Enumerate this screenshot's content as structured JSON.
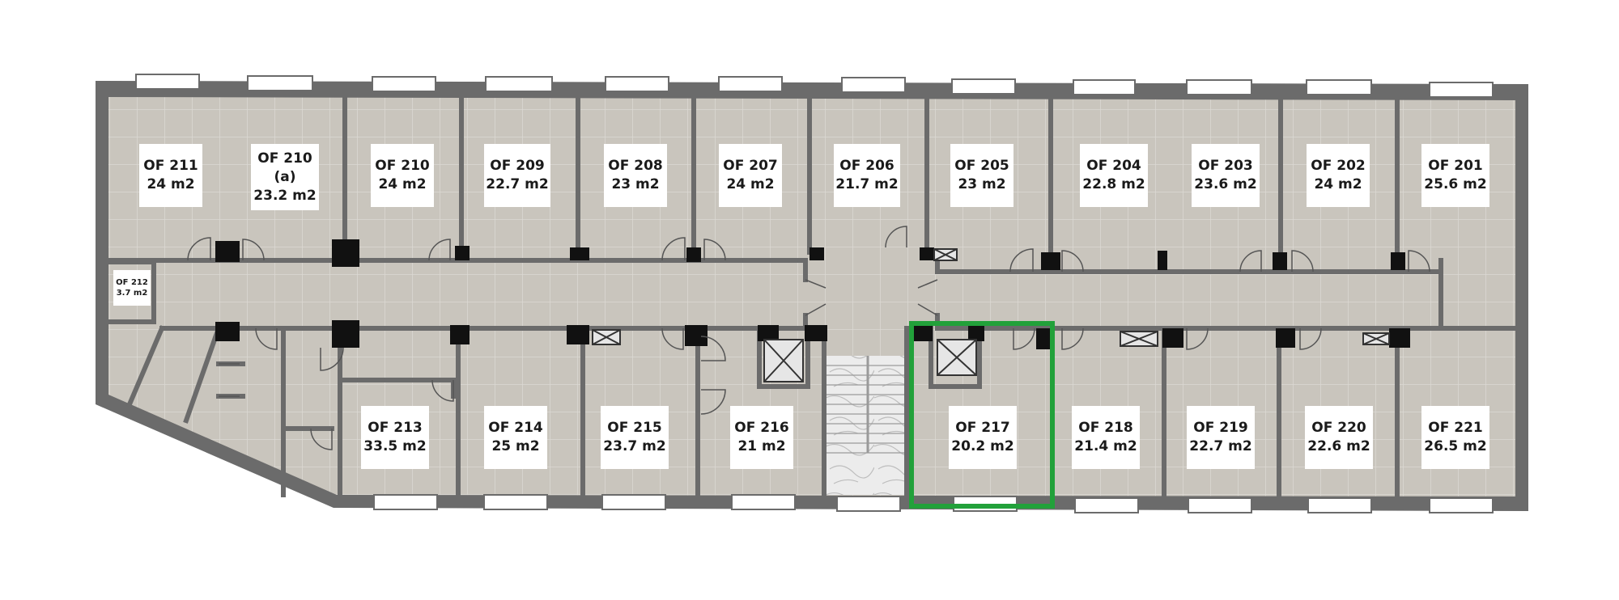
{
  "colors": {
    "wall": "#6b6b6b",
    "floor": "#c9c5bd",
    "tile_line": "#dbd8d2",
    "label_bg": "#ffffff",
    "highlight": "#22a13a",
    "pillar": "#111111",
    "stairs": "#e6e6e6"
  },
  "rooms": [
    {
      "id": "OF 211",
      "area": "24 m2"
    },
    {
      "id": "OF 210",
      "sub": "(a)",
      "area": "23.2 m2"
    },
    {
      "id": "OF 210",
      "area": "24 m2"
    },
    {
      "id": "OF 209",
      "area": "22.7 m2"
    },
    {
      "id": "OF 208",
      "area": "23 m2"
    },
    {
      "id": "OF 207",
      "area": "24 m2"
    },
    {
      "id": "OF 206",
      "area": "21.7 m2"
    },
    {
      "id": "OF 205",
      "area": "23 m2"
    },
    {
      "id": "OF 204",
      "area": "22.8 m2"
    },
    {
      "id": "OF 203",
      "area": "23.6 m2"
    },
    {
      "id": "OF 202",
      "area": "24 m2"
    },
    {
      "id": "OF 201",
      "area": "25.6 m2"
    },
    {
      "id": "OF 212",
      "area": "3.7 m2"
    },
    {
      "id": "OF 213",
      "area": "33.5 m2"
    },
    {
      "id": "OF 214",
      "area": "25 m2"
    },
    {
      "id": "OF 215",
      "area": "23.7 m2"
    },
    {
      "id": "OF 216",
      "area": "21 m2"
    },
    {
      "id": "OF 217",
      "area": "20.2 m2"
    },
    {
      "id": "OF 218",
      "area": "21.4 m2"
    },
    {
      "id": "OF 219",
      "area": "22.7 m2"
    },
    {
      "id": "OF 220",
      "area": "22.6 m2"
    },
    {
      "id": "OF 221",
      "area": "26.5 m2"
    }
  ],
  "highlighted_room": "OF 217"
}
